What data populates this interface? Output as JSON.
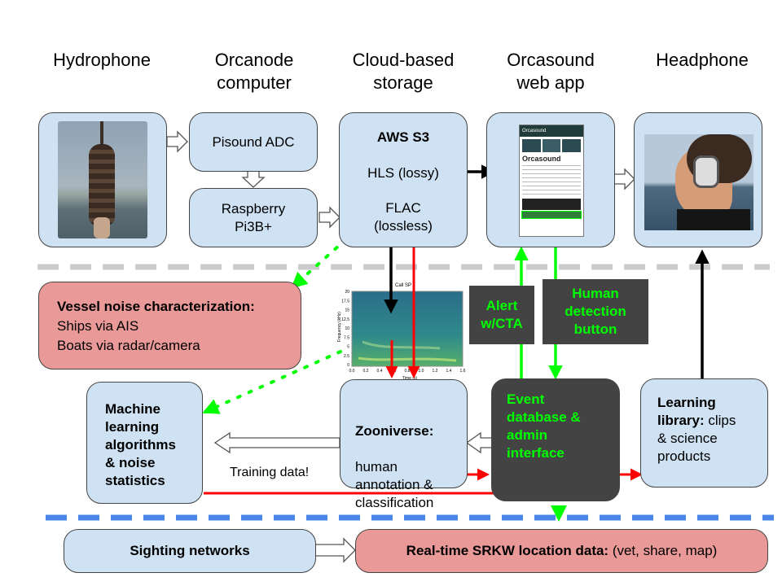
{
  "headers": {
    "hydrophone": "Hydrophone",
    "orcanode": "Orcanode\ncomputer",
    "storage": "Cloud-based\nstorage",
    "webapp": "Orcasound\nweb app",
    "headphone": "Headphone"
  },
  "boxes": {
    "pisound": "Pisound ADC",
    "raspberry": "Raspberry\nPi3B+",
    "aws_title": "AWS S3",
    "hls": "HLS (lossy)",
    "flac": "FLAC\n(lossless)",
    "vessel_title": "Vessel noise characterization:",
    "vessel_line1": "Ships via AIS",
    "vessel_line2": "Boats via radar/camera",
    "ml": "Machine\nlearning\nalgorithms\n& noise\nstatistics",
    "zoo_title": "Zooniverse:",
    "zoo_body": "human\nannotation &\nclassification",
    "event": "Event\ndatabase &\nadmin\ninterface",
    "learning_title": "Learning\nlibrary:",
    "learning_body": " clips\n& science\nproducts",
    "sighting": "Sighting networks",
    "realtime_title": "Real-time SRKW location data:",
    "realtime_body": " (vet, share, map)",
    "alert": "Alert\nw/CTA",
    "human_detect": "Human\ndetection\nbutton",
    "training": "Training data!"
  },
  "webapp_screen": {
    "app_name": "Orcasound",
    "heading": "Orcasound"
  },
  "spectrogram": {
    "title": "Call SP",
    "ylabel": "Frequency (kHz)",
    "xlabel": "Time (s)",
    "yticks": [
      "20",
      "17.5",
      "15",
      "12.5",
      "10",
      "7.5",
      "5",
      "2.5",
      "0"
    ],
    "xticks": [
      "0.0",
      "0.2",
      "0.4",
      "0.6",
      "0.8",
      "1.0",
      "1.2",
      "1.4",
      "1.6"
    ]
  },
  "colors": {
    "box_blue": "#cfe2f3",
    "box_pink": "#ea9999",
    "box_dark": "#434343",
    "arrow_red": "#ff0000",
    "arrow_green": "#00ff00",
    "separator_gray": "#cccccc",
    "separator_blue": "#4a86e8"
  }
}
